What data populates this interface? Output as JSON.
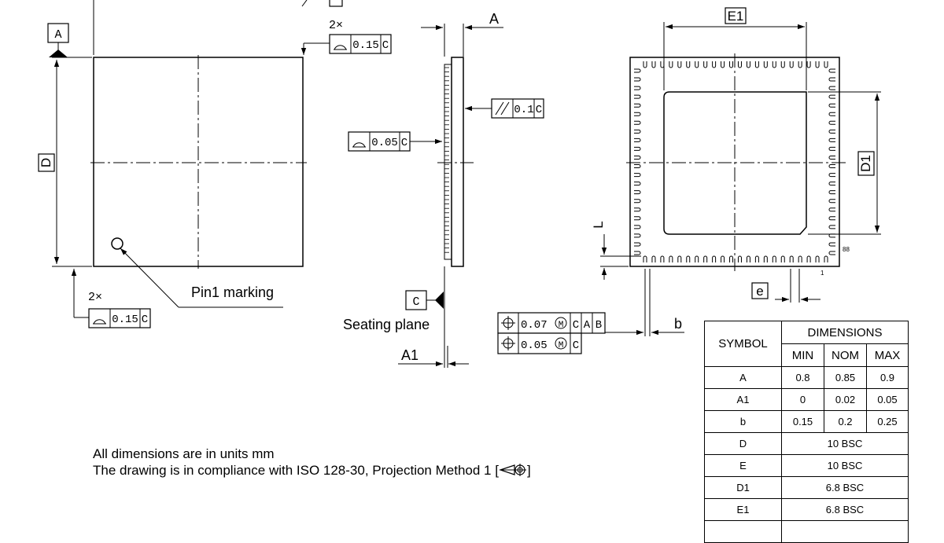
{
  "datums": {
    "a_box": "A",
    "c_box": "C",
    "d_dim": "D",
    "e1_dim": "E1",
    "d1_dim": "D1",
    "a_dim": "A",
    "a1_dim": "A1",
    "b_dim": "b",
    "e_dim": "e",
    "l_dim": "L"
  },
  "multipliers": {
    "top": "2×",
    "bottom": "2×"
  },
  "frames": {
    "top_flatness_value": "0.15",
    "top_flatness_datum": "C",
    "bottom_flatness_value": "0.15",
    "bottom_flatness_datum": "C",
    "parallel_value": "0.1",
    "parallel_datum": "C",
    "side_flatness_value": "0.05",
    "side_flatness_datum": "C",
    "pos1_value": "0.07",
    "pos1_datum1": "C",
    "pos1_datum2": "A",
    "pos1_datum3": "B",
    "pos2_value": "0.05",
    "pos2_datum1": "C"
  },
  "labels": {
    "pin1_marking": "Pin1 marking",
    "seating_plane": "Seating plane",
    "pin_88": "88",
    "pin_1": "1"
  },
  "notes": {
    "line1": "All dimensions are in units mm",
    "line2": "The drawing is in compliance with ISO 128-30, Projection Method 1 [",
    "line2_end": "]"
  },
  "table": {
    "symbol_header": "SYMBOL",
    "dimensions_header": "DIMENSIONS",
    "min_header": "MIN",
    "nom_header": "NOM",
    "max_header": "MAX",
    "rows": [
      {
        "symbol": "A",
        "min": "0.8",
        "nom": "0.85",
        "max": "0.9"
      },
      {
        "symbol": "A1",
        "min": "0",
        "nom": "0.02",
        "max": "0.05"
      },
      {
        "symbol": "b",
        "min": "0.15",
        "nom": "0.2",
        "max": "0.25"
      },
      {
        "symbol": "D",
        "bsc": "10 BSC"
      },
      {
        "symbol": "E",
        "bsc": "10 BSC"
      },
      {
        "symbol": "D1",
        "bsc": "6.8 BSC"
      },
      {
        "symbol": "E1",
        "bsc": "6.8 BSC"
      }
    ]
  }
}
